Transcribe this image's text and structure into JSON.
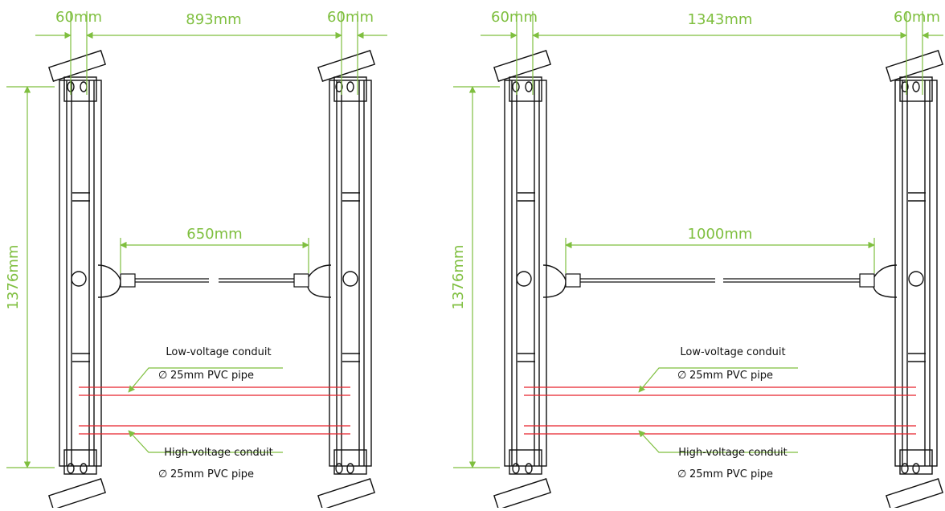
{
  "colors": {
    "dimension": "#7fbf3f",
    "pipe": "#e8222b",
    "outline": "#111111",
    "background": "#ffffff"
  },
  "layouts": [
    {
      "left_gap": "60mm",
      "main_width": "893mm",
      "right_gap": "60mm",
      "height": "1376mm",
      "passage": "650mm",
      "low_title": "Low-voltage conduit",
      "low_pipe": "25mm PVC pipe",
      "high_title": "High-voltage conduit",
      "high_pipe": "25mm PVC pipe"
    },
    {
      "left_gap": "60mm",
      "main_width": "1343mm",
      "right_gap": "60mm",
      "height": "1376mm",
      "passage": "1000mm",
      "low_title": "Low-voltage conduit",
      "low_pipe": "25mm PVC pipe",
      "high_title": "High-voltage conduit",
      "high_pipe": "25mm PVC pipe"
    }
  ],
  "symbols": {
    "diameter": "∅"
  }
}
